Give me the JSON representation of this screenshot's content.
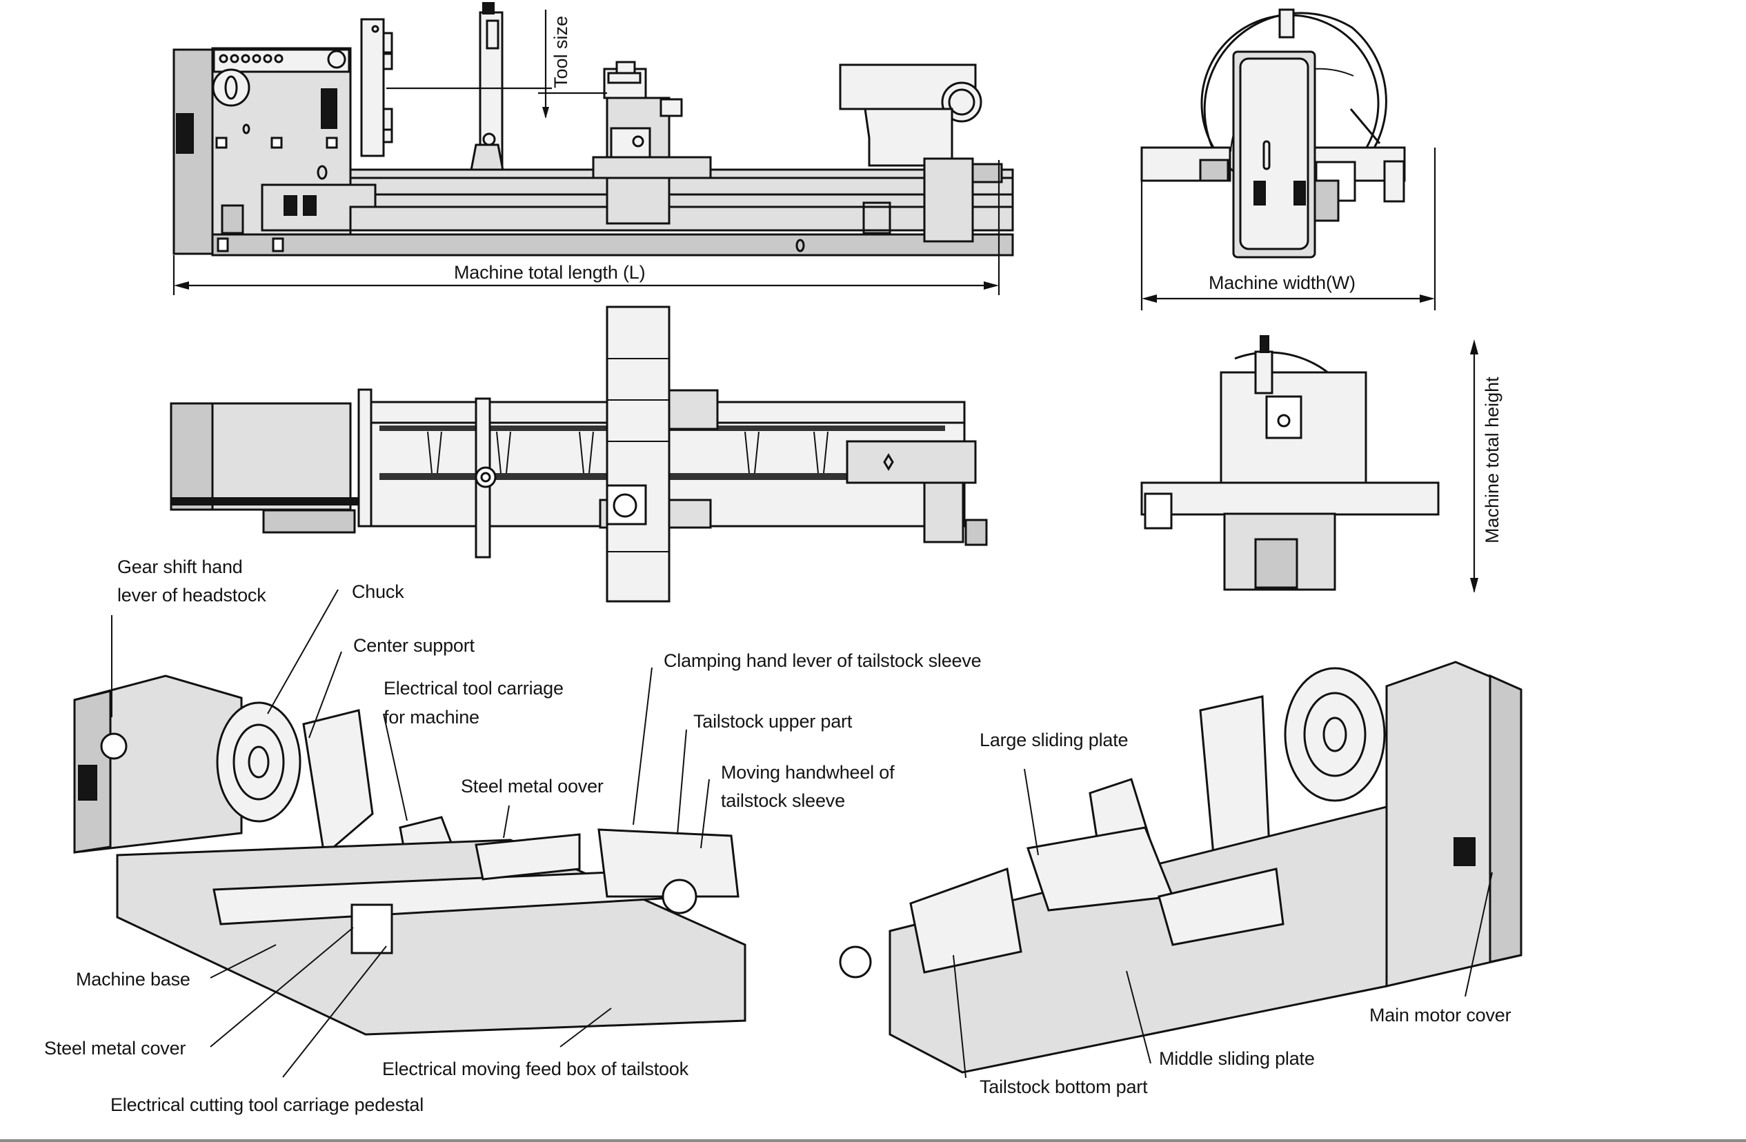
{
  "figure": {
    "title": "Heavy-duty horizontal lathe - overall dimensions and parts layout",
    "palette": {
      "outline": "#111111",
      "panel_dark": "#c9c9c9",
      "panel_light": "#e0e0e0",
      "background": "#ffffff",
      "bottom_rule": "#8a8a8a"
    }
  },
  "views": {
    "front_elevation": {
      "name": "front elevation",
      "dimensions": {
        "tool_size": "Tool size",
        "total_length": "Machine total length (L)"
      }
    },
    "end_elevation": {
      "name": "end elevation (headstock side)",
      "dimensions": {
        "width": "Machine width(W)"
      }
    },
    "plan_view": {
      "name": "plan view (top)"
    },
    "end_elevation_tailstock": {
      "name": "end elevation (tailstock side)",
      "dimensions": {
        "height": "Machine total height"
      }
    },
    "isometric_left": {
      "name": "isometric view from operator side",
      "callouts": [
        {
          "id": "gear-shift",
          "text_lines": [
            "Gear shift hand",
            "lever of headstock"
          ]
        },
        {
          "id": "chuck",
          "text_lines": [
            "Chuck"
          ]
        },
        {
          "id": "center-support",
          "text_lines": [
            "Center support"
          ]
        },
        {
          "id": "electrical-tool-carriage",
          "text_lines": [
            "Electrical tool carriage",
            "for machine"
          ]
        },
        {
          "id": "steel-metal-cover-top",
          "text_lines": [
            "Steel metal oover"
          ]
        },
        {
          "id": "clamping-lever",
          "text_lines": [
            "Clamping hand lever of tailstock sleeve"
          ]
        },
        {
          "id": "tailstock-upper",
          "text_lines": [
            "Tailstock upper part"
          ]
        },
        {
          "id": "moving-handwheel",
          "text_lines": [
            "Moving handwheel of",
            "tailstock sleeve"
          ]
        },
        {
          "id": "machine-base",
          "text_lines": [
            "Machine base"
          ]
        },
        {
          "id": "steel-metal-cover-bottom",
          "text_lines": [
            "Steel metal cover"
          ]
        },
        {
          "id": "feed-box",
          "text_lines": [
            "Electrical moving feed box of tailstook"
          ]
        },
        {
          "id": "tool-carriage-pedestal",
          "text_lines": [
            "Electrical cutting tool carriage pedestal"
          ]
        }
      ]
    },
    "isometric_right": {
      "name": "isometric view from rear side",
      "callouts": [
        {
          "id": "large-sliding-plate",
          "text_lines": [
            "Large sliding plate"
          ]
        },
        {
          "id": "main-motor-cover",
          "text_lines": [
            "Main motor cover"
          ]
        },
        {
          "id": "middle-sliding-plate",
          "text_lines": [
            "Middle sliding plate"
          ]
        },
        {
          "id": "tailstock-bottom",
          "text_lines": [
            "Tailstock bottom part"
          ]
        }
      ]
    }
  }
}
